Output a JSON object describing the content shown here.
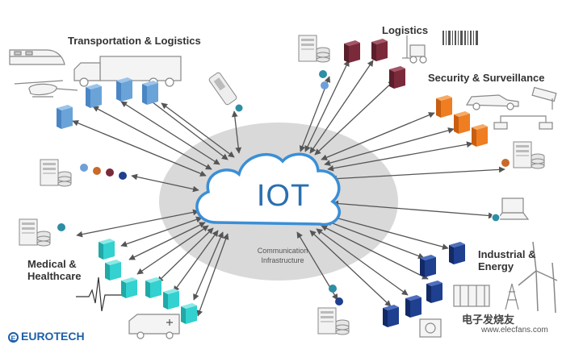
{
  "diagram": {
    "center_title": "IOT",
    "center_subtitle_line1": "Communication",
    "center_subtitle_line2": "Infrastructure",
    "sectors": {
      "transportation": "Transportation & Logistics",
      "logistics": "Logistics",
      "security": "Security & Surveillance",
      "industrial_line1": "Industrial &",
      "industrial_line2": "Energy",
      "medical_line1": "Medical &",
      "medical_line2": "Healthcare"
    }
  },
  "branding": {
    "logo_text": "EUROTECH",
    "watermark_text": "电子发烧友",
    "watermark_url": "www.elecfans.com"
  },
  "colors": {
    "cloud_stroke": "#3a8fd6",
    "ellipse_fill": "#d9d9d9",
    "transport_boxes": "#6aa3d8",
    "logistics_boxes": "#7a2a3a",
    "security_boxes": "#ef7d22",
    "industrial_boxes": "#1f3f8f",
    "medical_boxes": "#33d1cf",
    "arrow": "#555555"
  },
  "icons": {
    "train": "train-icon",
    "truck": "truck-icon",
    "helicopter": "helicopter-icon",
    "forklift": "forklift-icon",
    "barcode": "barcode-icon",
    "car": "car-icon",
    "camera": "security-camera-icon",
    "laptop": "laptop-icon",
    "server": "server-icon",
    "wind_turbine": "wind-turbine-icon",
    "power_tower": "power-tower-icon",
    "ambulance": "ambulance-icon",
    "ecg": "ecg-icon",
    "handheld": "handheld-device-icon"
  }
}
